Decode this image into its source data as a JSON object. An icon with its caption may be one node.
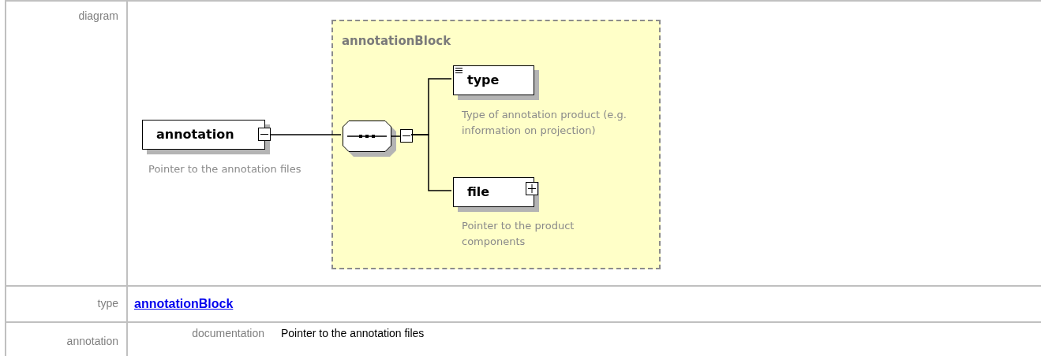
{
  "diagram": {
    "nodes": [
      {
        "text": [
          "annotation"
        ],
        "beside": [
          "Pointer to the annotation files"
        ]
      },
      {
        "text": [
          "annotationBlock"
        ]
      },
      {
        "text": [],
        "shape": "octagon",
        "in": 1
      },
      {
        "text": [
          "type"
        ],
        "beside": [
          "Type of annotation product (e.g. information on projection)"
        ],
        "in": 1
      },
      {
        "text": [
          "file"
        ],
        "beside": [
          "Pointer to the product components"
        ],
        "in": 1
      }
    ],
    "edges": [
      {
        "from": 0,
        "to": 2,
        "arrow": "none"
      },
      {
        "from": 2,
        "to": 3,
        "arrow": "none"
      },
      {
        "from": 2,
        "to": 4,
        "arrow": "none"
      }
    ],
    "labels": [
      "diagram",
      "type",
      "annotationBlock",
      "annotation",
      "documentation",
      "Pointer to the annotation files"
    ]
  }
}
